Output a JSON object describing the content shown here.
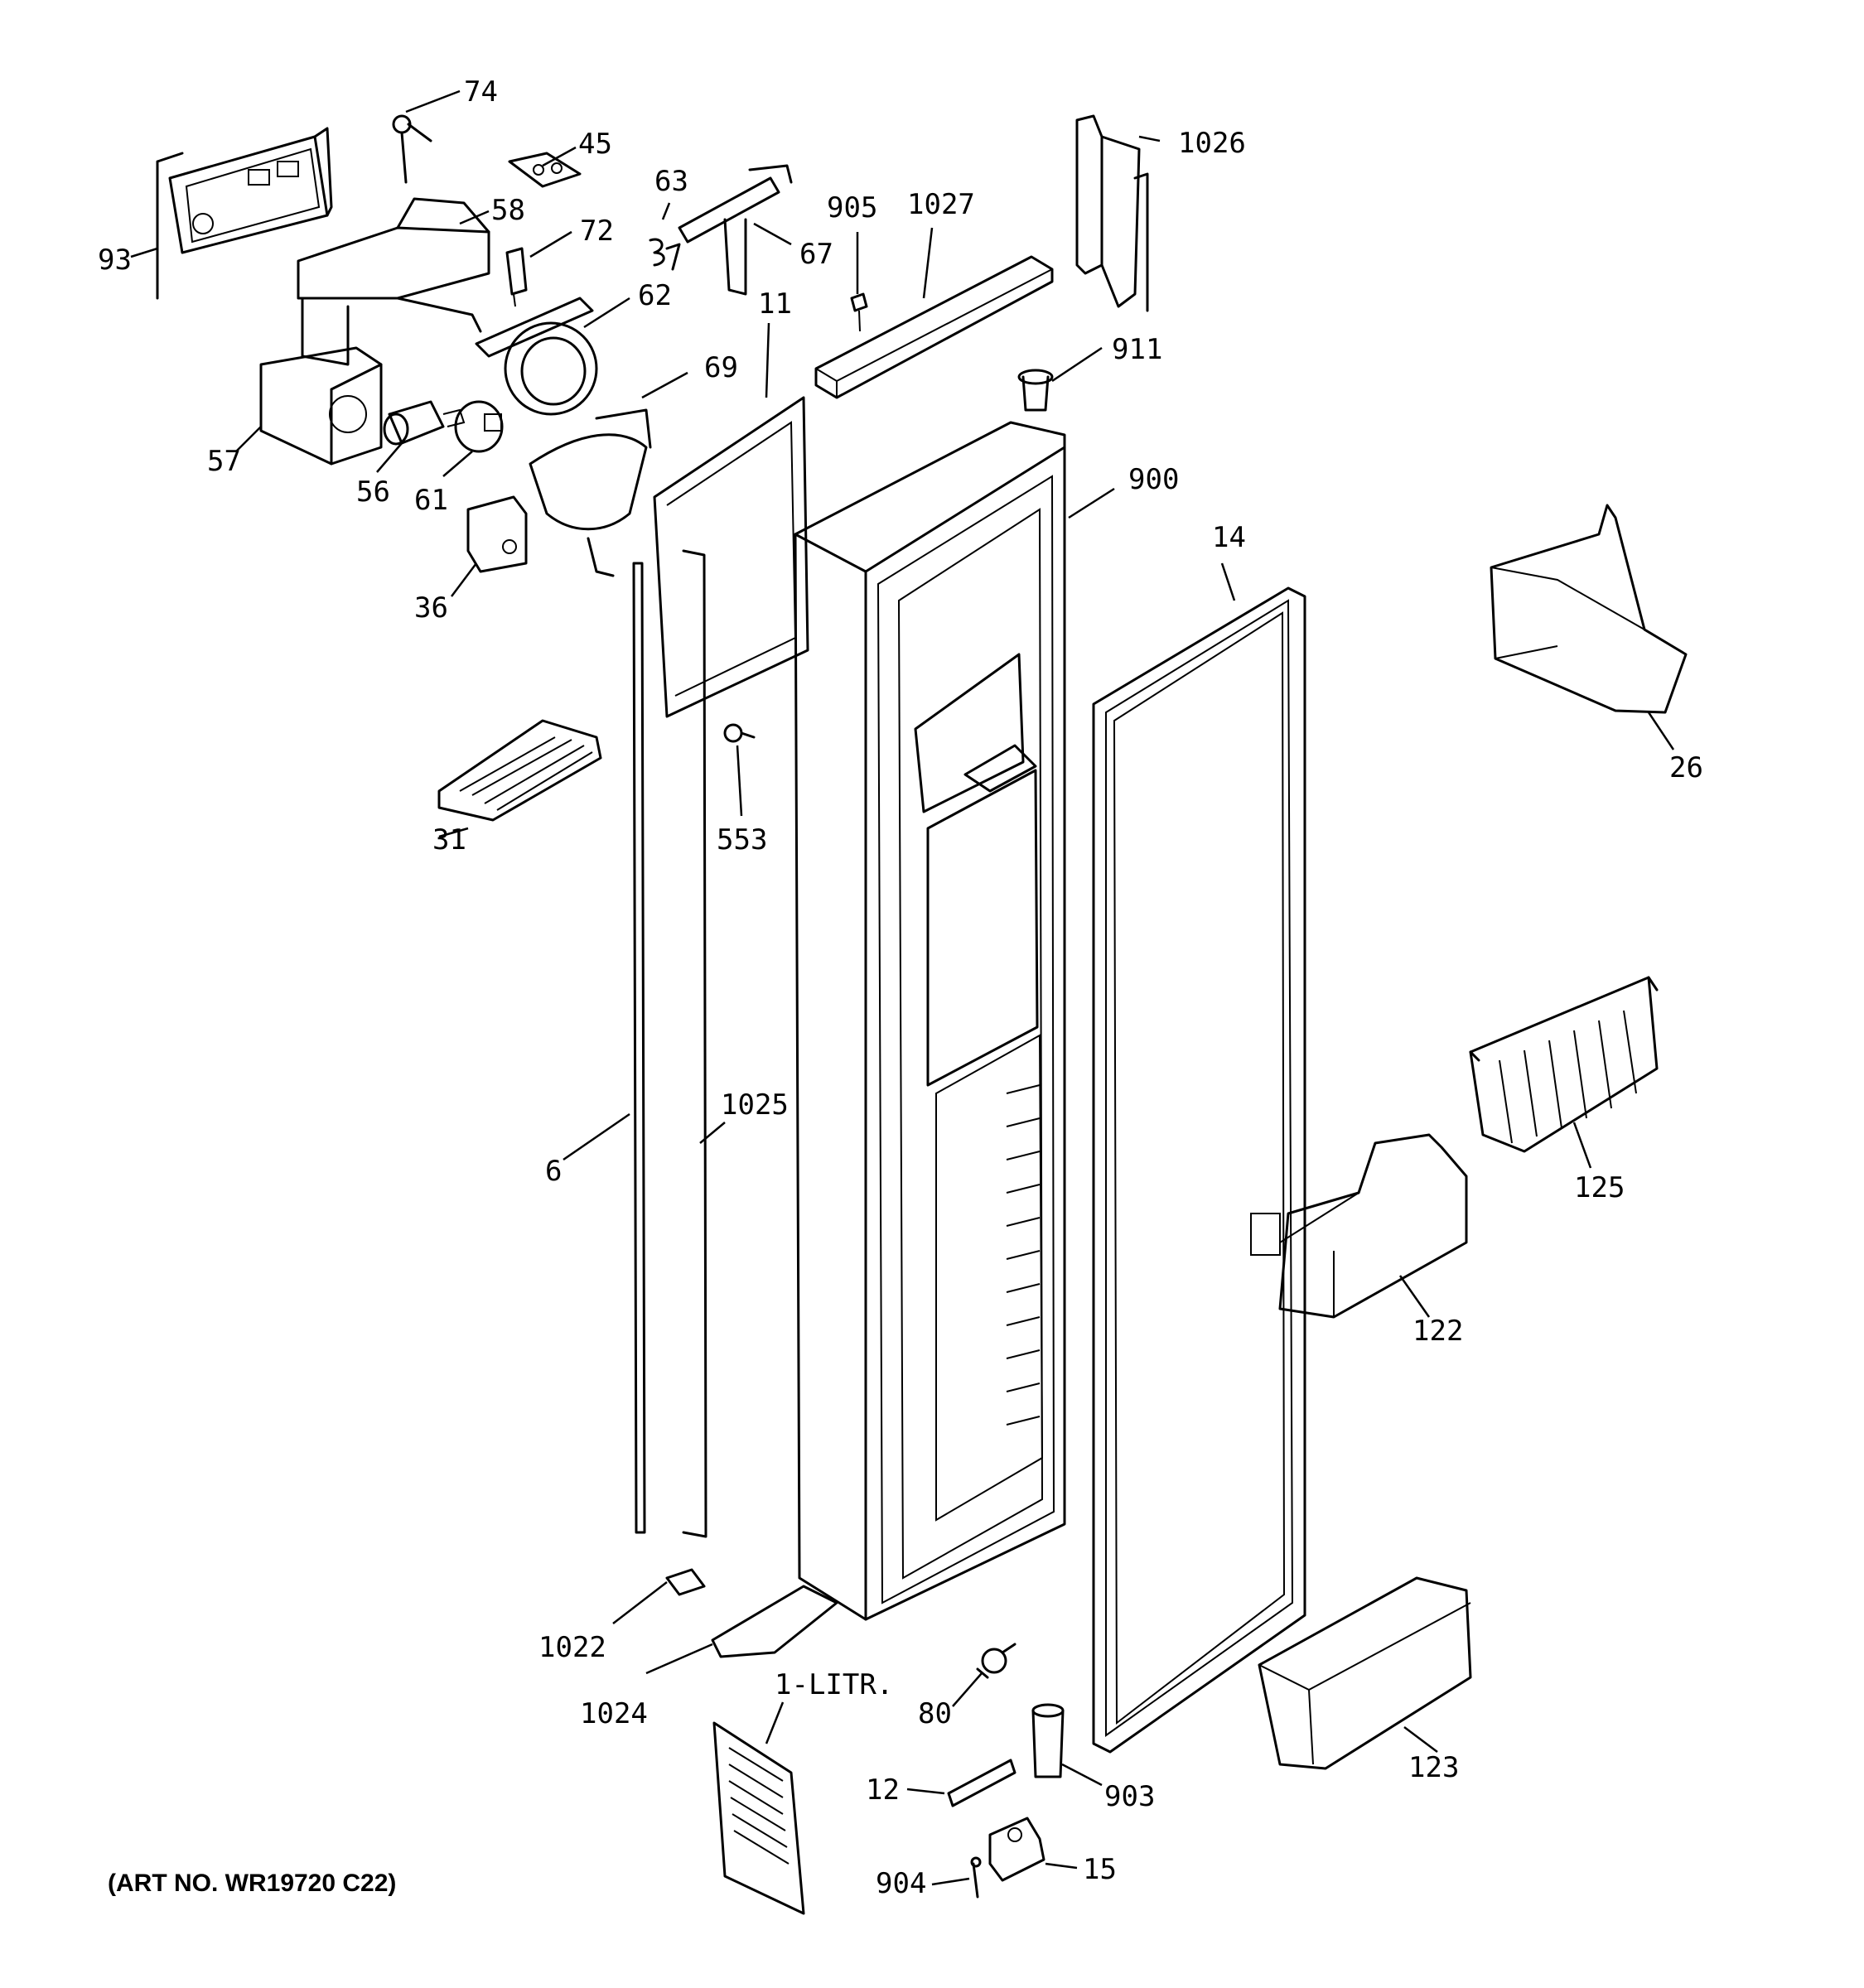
{
  "art_number": "(ART NO. WR19720 C22)",
  "callouts": {
    "c74": "74",
    "c45": "45",
    "c58": "58",
    "c72": "72",
    "c63": "63",
    "c67": "67",
    "c905": "905",
    "c1027": "1027",
    "c1026": "1026",
    "c93": "93",
    "c62": "62",
    "c11": "11",
    "c911": "911",
    "c69": "69",
    "c57": "57",
    "c56": "56",
    "c61": "61",
    "c900": "900",
    "c36": "36",
    "c14": "14",
    "c26": "26",
    "c31": "31",
    "c553": "553",
    "c125": "125",
    "c6": "6",
    "c1025": "1025",
    "c122": "122",
    "c1022": "1022",
    "c1024": "1024",
    "c1litr": "1-LITR.",
    "c80": "80",
    "c123": "123",
    "c12": "12",
    "c903": "903",
    "c904": "904",
    "c15": "15"
  }
}
